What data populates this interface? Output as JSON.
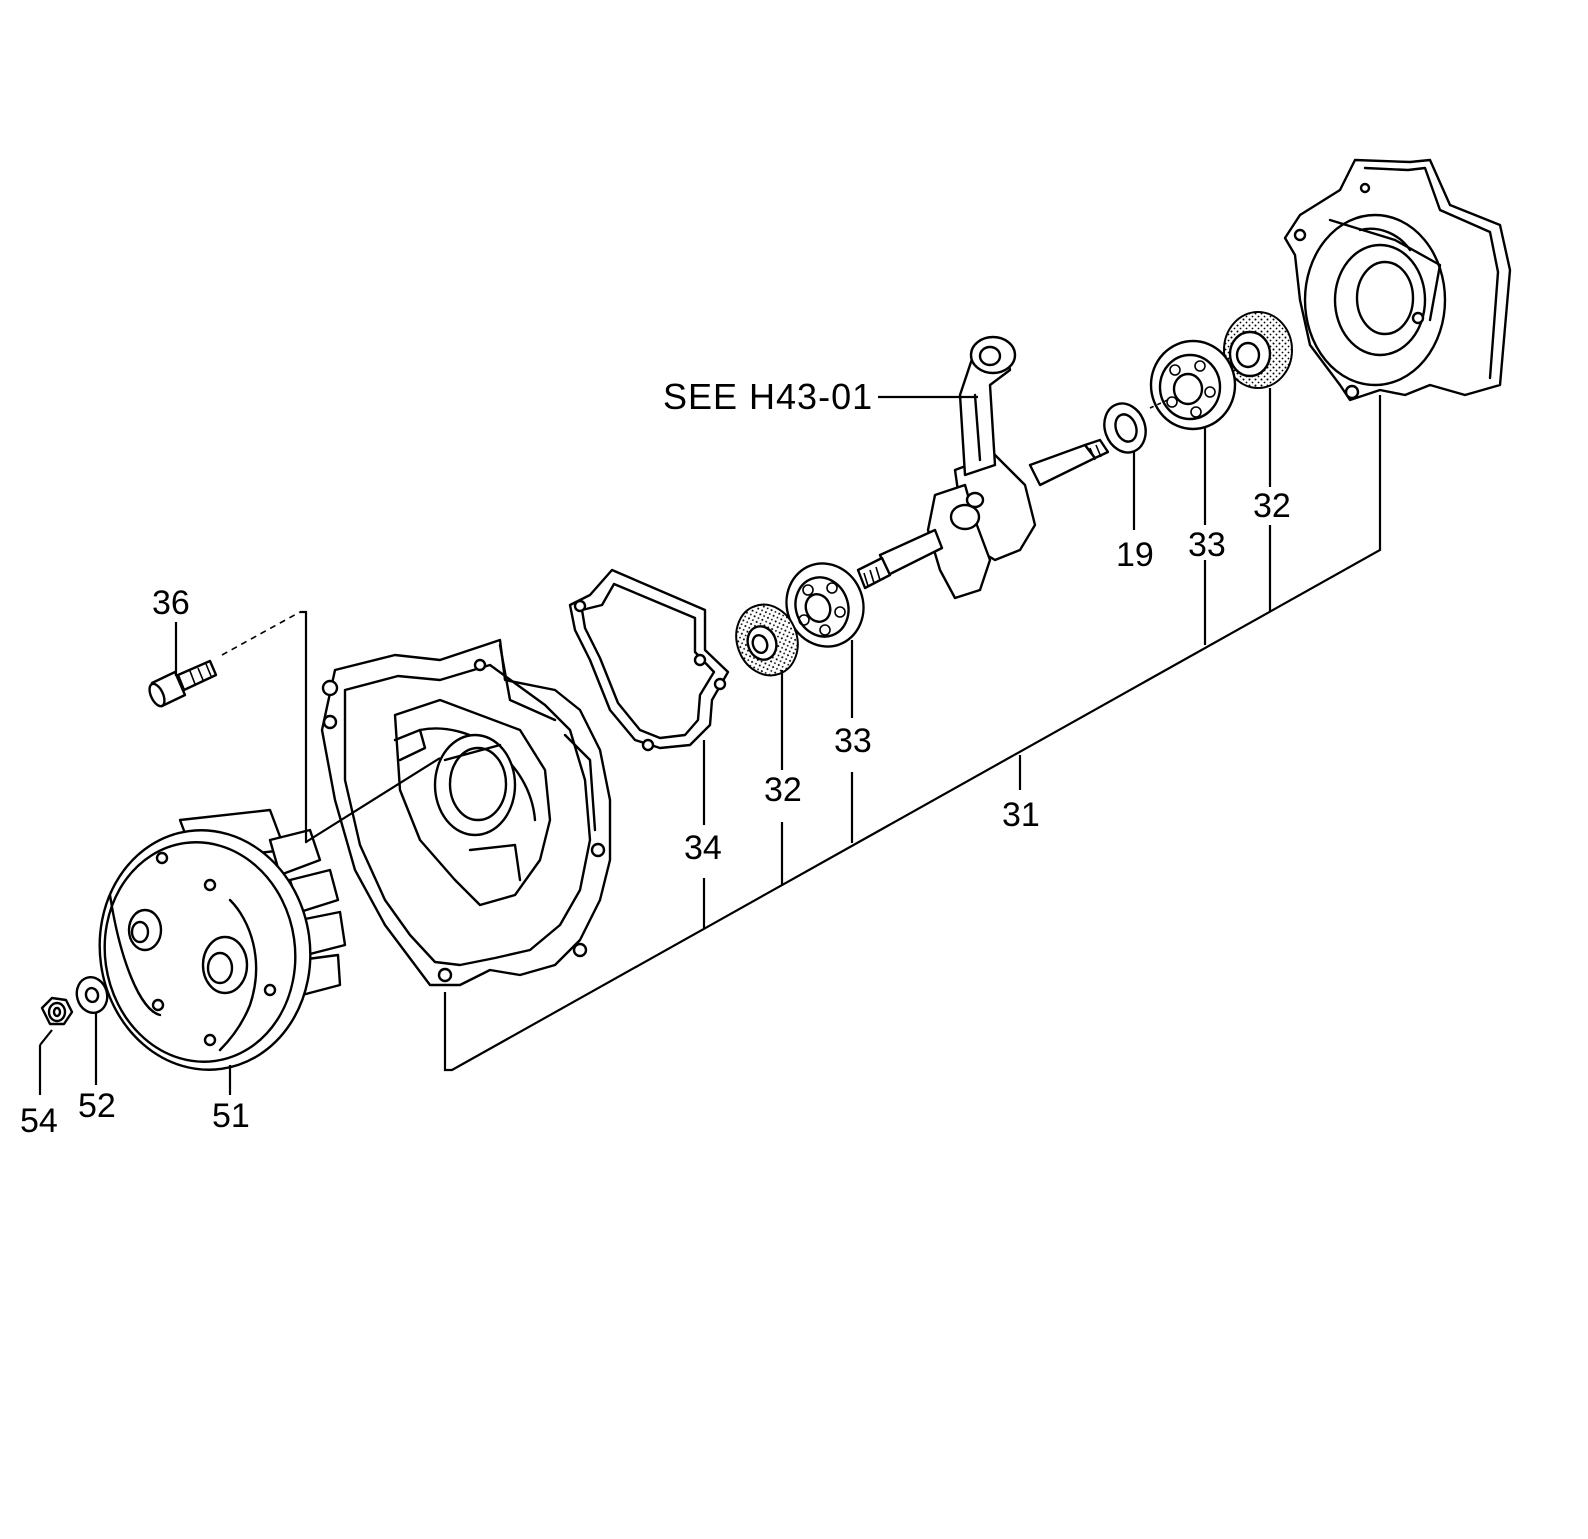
{
  "diagram": {
    "reference_note": "SEE H43-01",
    "labels": {
      "p36": "36",
      "p34": "34",
      "p32_front": "32",
      "p33_front": "33",
      "p31": "31",
      "p19": "19",
      "p33_rear": "33",
      "p32_rear": "32",
      "p54": "54",
      "p52": "52",
      "p51": "51"
    }
  }
}
